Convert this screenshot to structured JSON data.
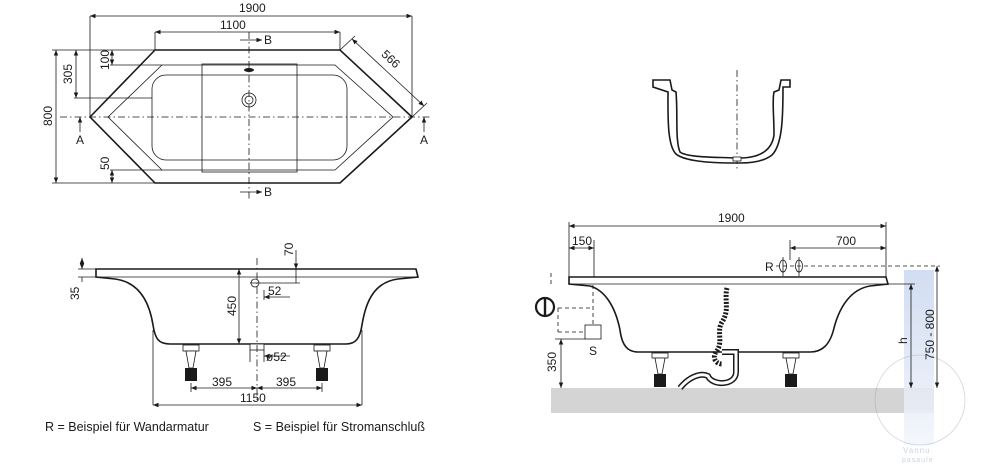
{
  "top_view": {
    "width": "1900",
    "inner_width": "1100",
    "diagonal": "566",
    "depth": "800",
    "offset_top": "305",
    "rim_top": "100",
    "rim_bottom": "50",
    "section_b": "B",
    "section_a": "A"
  },
  "front_view": {
    "rim": "35",
    "rim_offset": "70",
    "height": "450",
    "drain_offset": "52",
    "drain_diameter": "ø52",
    "foot_left": "395",
    "foot_right": "395",
    "base_width": "1150"
  },
  "install_view": {
    "width": "1900",
    "left_offset": "150",
    "faucet_offset": "700",
    "faucet_label": "R",
    "socket_label": "S",
    "floor_height": "350",
    "height_label": "h",
    "height_range": "750 - 800"
  },
  "legend": {
    "r_text": "R = Beispiel für Wandarmatur",
    "s_text": "S = Beispiel für Stromanschluß"
  },
  "watermark": {
    "line1": "Vannu",
    "line2": "pasaule"
  }
}
